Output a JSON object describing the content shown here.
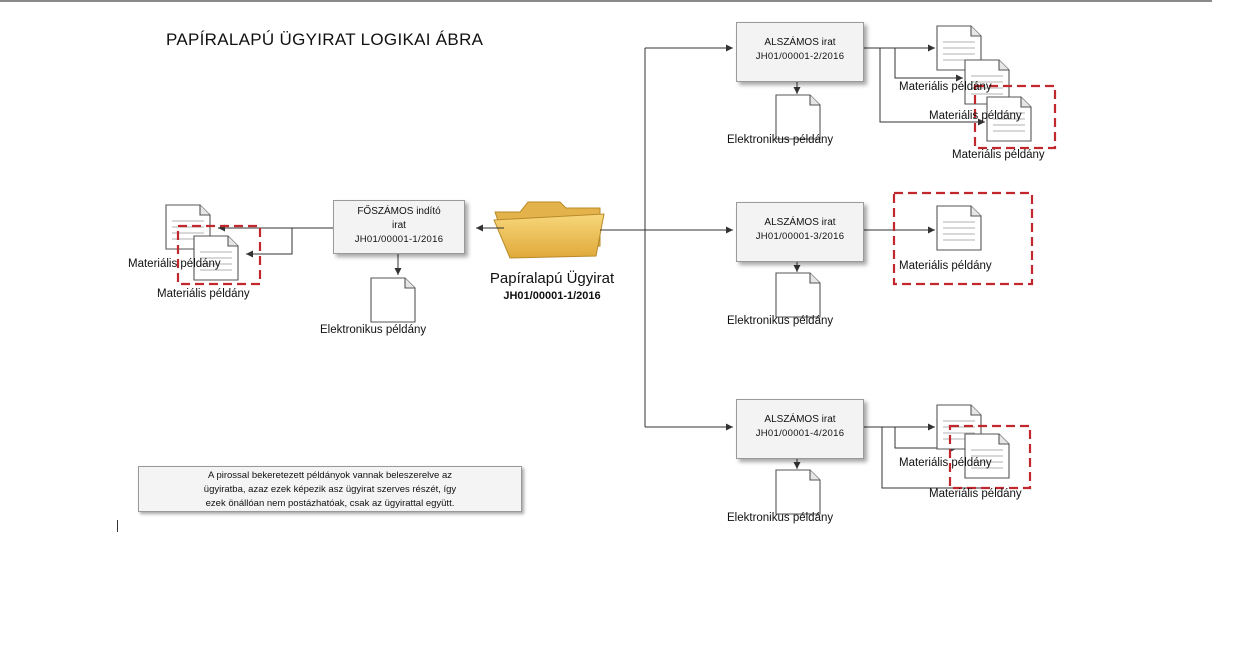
{
  "title": "PAPÍRALAPÚ ÜGYIRAT LOGIKAI ÁBRA",
  "main_folder": {
    "name": "Papíralapú Ügyirat",
    "id": "JH01/00001-1/2016"
  },
  "main_doc": {
    "line1": "FŐSZÁMOS indító",
    "line2": "irat",
    "id": "JH01/00001-1/2016"
  },
  "sub_docs": [
    {
      "title": "ALSZÁMOS irat",
      "id": "JH01/00001-2/2016"
    },
    {
      "title": "ALSZÁMOS irat",
      "id": "JH01/00001-3/2016"
    },
    {
      "title": "ALSZÁMOS irat",
      "id": "JH01/00001-4/2016"
    }
  ],
  "labels": {
    "electronic": "Elektronikus példány",
    "material": "Materiális példány"
  },
  "note": {
    "line1": "A pirossal bekeretezett példányok vannak beleszerelve az",
    "line2": "ügyiratba, azaz ezek képezik asz ügyirat szerves részét, így",
    "line3": "ezek önállóan nem postázhatóak, csak az ügyirattal együtt."
  },
  "colors": {
    "highlight": "#c1272d",
    "box_fill": "#f3f3f3",
    "folder": "#f0c24a"
  }
}
